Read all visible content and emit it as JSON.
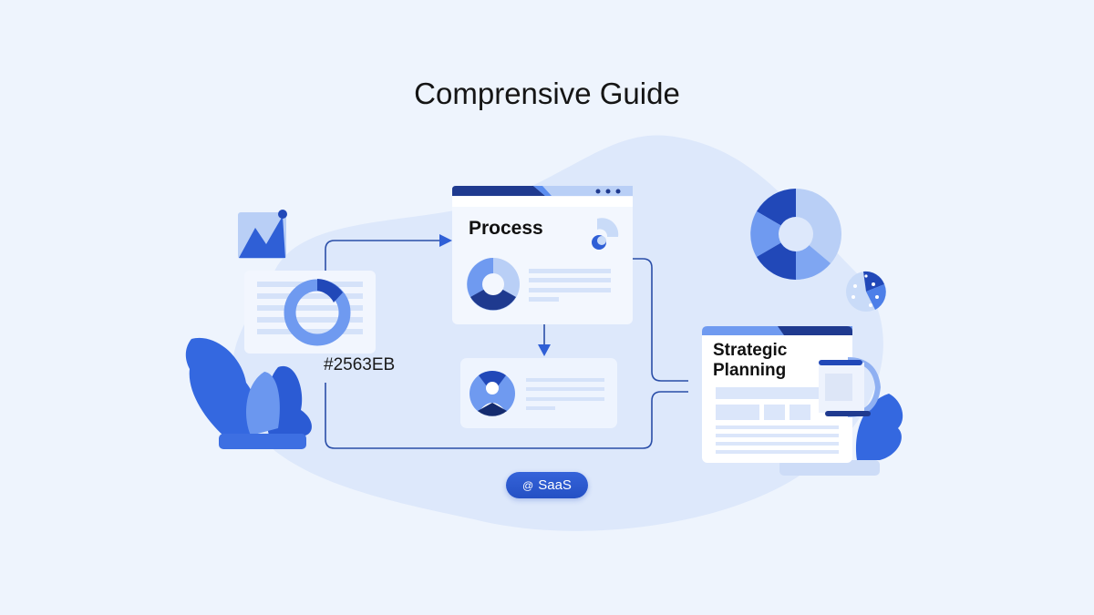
{
  "title": "Comprensive Guide",
  "process_card": {
    "title": "Process"
  },
  "color_label": "#2563EB",
  "strategic_card": {
    "title_line1": "Strategic",
    "title_line2": "Planning"
  },
  "badge": {
    "icon": "at-sign-icon",
    "glyph": "@",
    "label": "SaaS"
  },
  "colors": {
    "primary": "#2563EB",
    "navy": "#1e3a8a",
    "mid": "#5b8def",
    "light": "#bcd2f7",
    "background": "#eef4fd"
  }
}
